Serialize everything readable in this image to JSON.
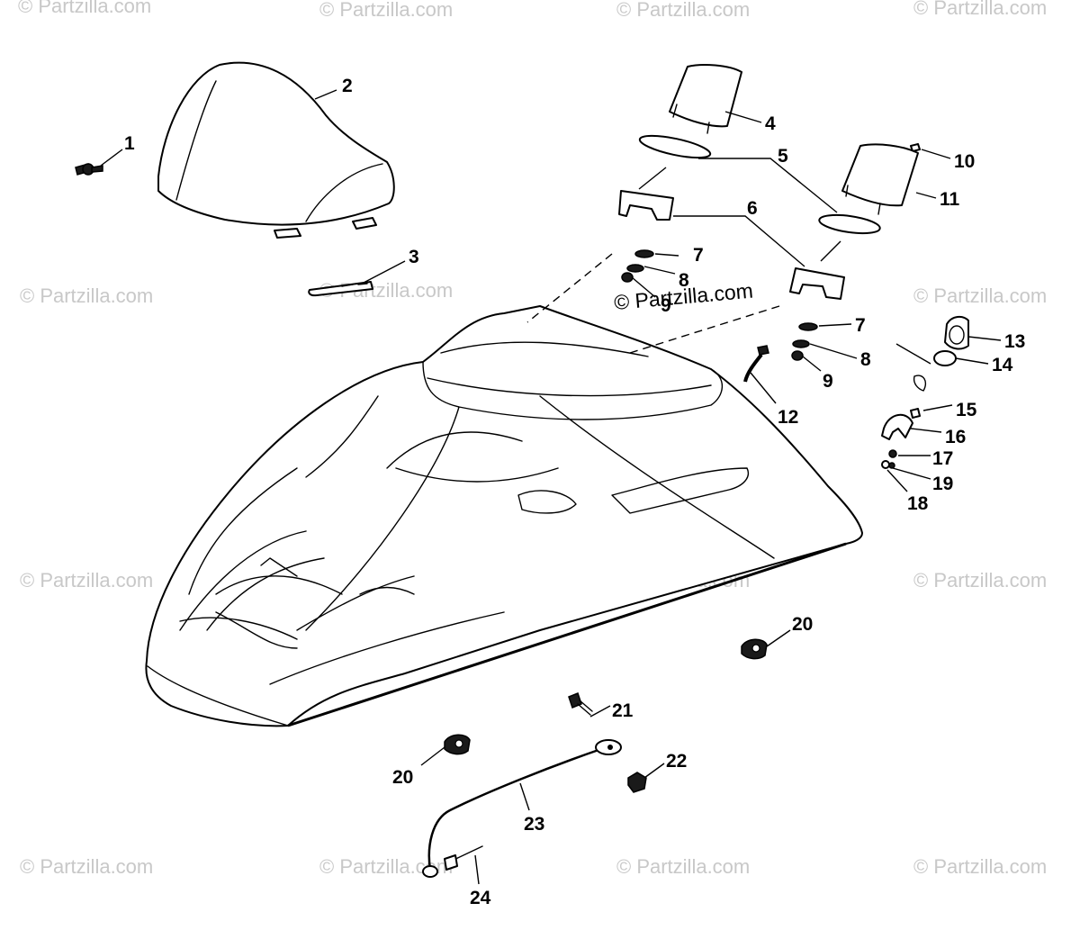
{
  "watermark": {
    "text": "© Partzilla.com",
    "center_text": "© Partzilla.com"
  },
  "callouts": {
    "c1": "1",
    "c2": "2",
    "c3": "3",
    "c4": "4",
    "c5": "5",
    "c6": "6",
    "c7a": "7",
    "c7b": "7",
    "c8a": "8",
    "c8b": "8",
    "c9a": "9",
    "c9b": "9",
    "c10": "10",
    "c11": "11",
    "c12": "12",
    "c13": "13",
    "c14": "14",
    "c15": "15",
    "c16": "16",
    "c17": "17",
    "c18": "18",
    "c19": "19",
    "c20a": "20",
    "c20b": "20",
    "c21": "21",
    "c22": "22",
    "c23": "23",
    "c24": "24"
  }
}
